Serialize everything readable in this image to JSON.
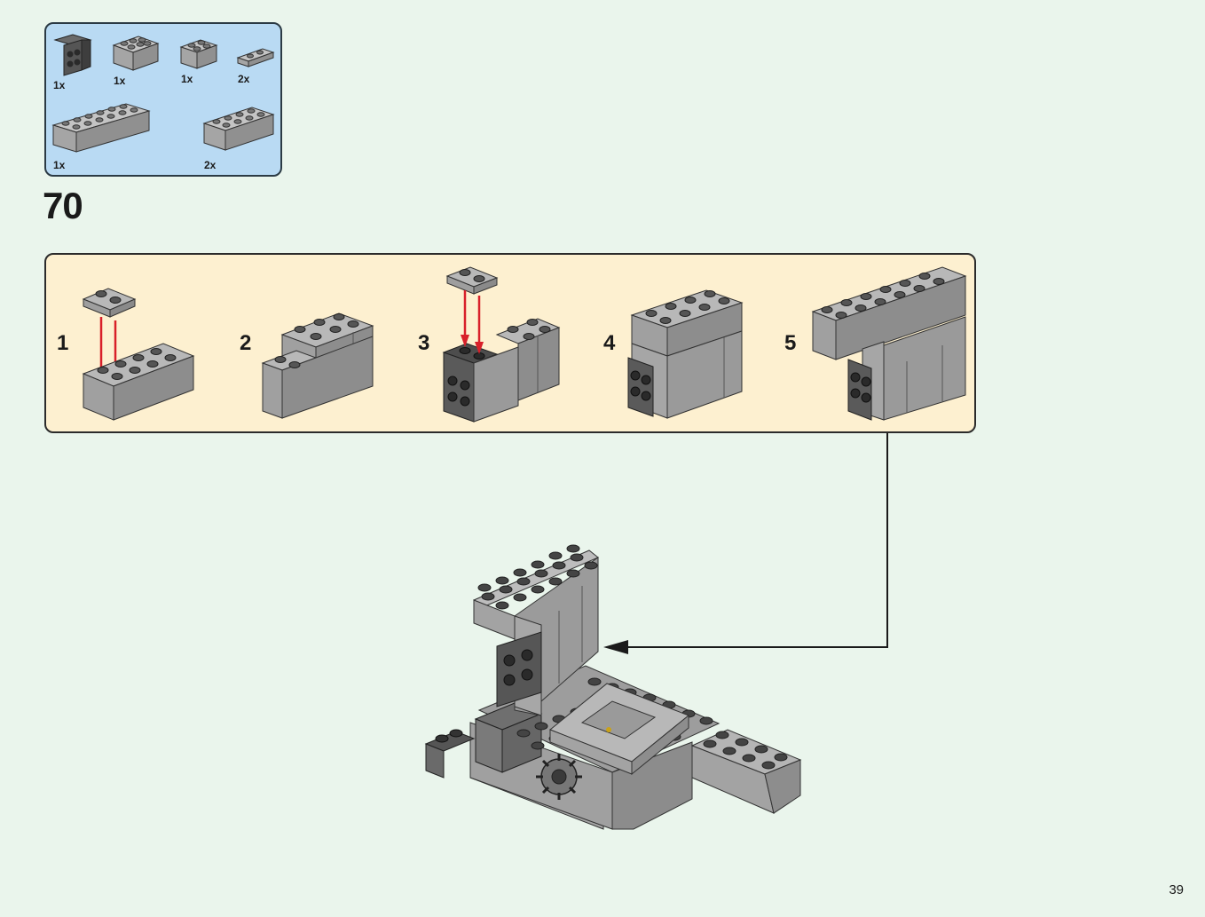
{
  "parts": [
    {
      "qty": "1x",
      "part": "bracket-1x2-2x2-dark-gray"
    },
    {
      "qty": "1x",
      "part": "brick-2x3-light-gray"
    },
    {
      "qty": "1x",
      "part": "brick-2x2-light-gray"
    },
    {
      "qty": "2x",
      "part": "plate-1x2-light-gray"
    },
    {
      "qty": "1x",
      "part": "brick-2x6-light-gray"
    },
    {
      "qty": "2x",
      "part": "brick-2x4-light-gray"
    }
  ],
  "step": {
    "number": "70"
  },
  "substeps": [
    {
      "label": "1"
    },
    {
      "label": "2"
    },
    {
      "label": "3"
    },
    {
      "label": "4"
    },
    {
      "label": "5"
    }
  ],
  "page": {
    "number": "39"
  },
  "colors": {
    "background": "#eaf5ec",
    "parts_panel": "#b9daf3",
    "substeps_panel": "#fdf0d0",
    "light_gray": "#a8a8a8",
    "dark_gray": "#4a4a4a",
    "arrow_red": "#d8202a"
  }
}
